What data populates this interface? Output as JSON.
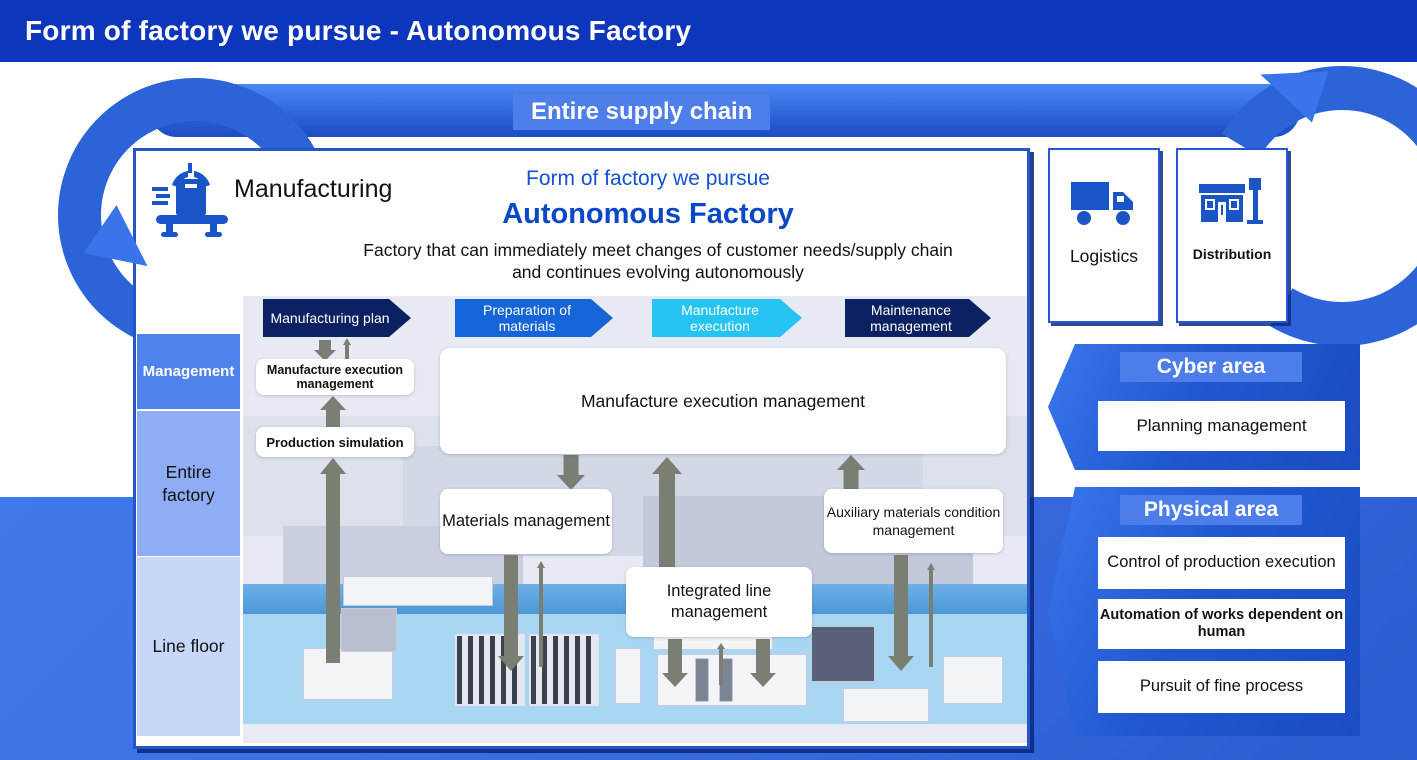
{
  "header": {
    "title": "Form of factory we pursue - Autonomous Factory"
  },
  "supply_chain": {
    "label": "Entire supply chain"
  },
  "factory_panel": {
    "category": "Manufacturing",
    "lead": "Form of factory we pursue",
    "title": "Autonomous Factory",
    "description": "Factory that can immediately meet changes of customer needs/supply chain and continues evolving autonomously",
    "process_steps": [
      {
        "label": "Manufacturing plan",
        "color": "#0b2161"
      },
      {
        "label": "Preparation of materials",
        "color": "#1565d8"
      },
      {
        "label": "Manufacture execution",
        "color": "#25c4f2"
      },
      {
        "label": "Maintenance management",
        "color": "#0b2161"
      }
    ],
    "layers": [
      {
        "label": "Management"
      },
      {
        "label": "Entire factory"
      },
      {
        "label": "Line floor"
      }
    ],
    "boxes": {
      "manufacture_execution_mgmt_small": "Manufacture execution management",
      "production_simulation": "Production simulation",
      "manufacture_execution_mgmt_large": "Manufacture execution management",
      "materials_management": "Materials management",
      "integrated_line_management": "Integrated line management",
      "auxiliary_materials": "Auxiliary materials condition management"
    }
  },
  "supply_nodes": [
    {
      "label": "Logistics",
      "icon": "truck-icon"
    },
    {
      "label": "Distribution",
      "icon": "storefront-icon"
    }
  ],
  "cyber_area": {
    "title": "Cyber area",
    "items": [
      {
        "label": "Planning management"
      }
    ]
  },
  "physical_area": {
    "title": "Physical area",
    "items": [
      {
        "label": "Control of production execution"
      },
      {
        "label": "Automation of works dependent on human"
      },
      {
        "label": "Pursuit of fine process"
      }
    ]
  },
  "colors": {
    "header_bar": "#0d36bd",
    "background_blue": "#3a70e2",
    "loop_blue": "#2c63d8",
    "accent_blue": "#1a55c8",
    "arrow_gray": "#7b7e73"
  }
}
